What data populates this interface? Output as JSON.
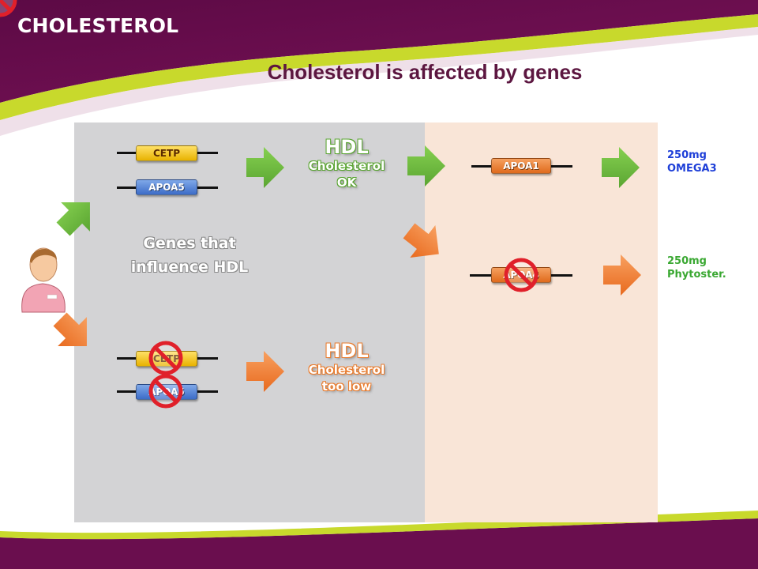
{
  "header": {
    "section_title": "CHOLESTEROL"
  },
  "slide": {
    "title": "Cholesterol is affected by genes"
  },
  "genes_label": "Genes that influence HDL",
  "genes": {
    "cetp": "CETP",
    "apoa5": "APOA5",
    "apoa1": "APOA1",
    "apoa4": "APOA4"
  },
  "outcome_ok": {
    "title": "HDL",
    "line1": "Cholesterol",
    "line2": "OK"
  },
  "outcome_low": {
    "title": "HDL",
    "line1": "Cholesterol",
    "line2": "too low"
  },
  "supplements": {
    "omega_dose": "250mg",
    "omega_name": "OMEGA3",
    "phyto_dose": "250mg",
    "phyto_name": "Phytoster."
  },
  "colors": {
    "purple": "#6a0e4e",
    "lime": "#c4d82c",
    "green_arrow": "#6cba3c",
    "orange_arrow": "#f07f2c",
    "prohibit_red": "#e0202a"
  },
  "icons": [
    "person-icon",
    "arrow-right-icon",
    "prohibition-icon"
  ]
}
